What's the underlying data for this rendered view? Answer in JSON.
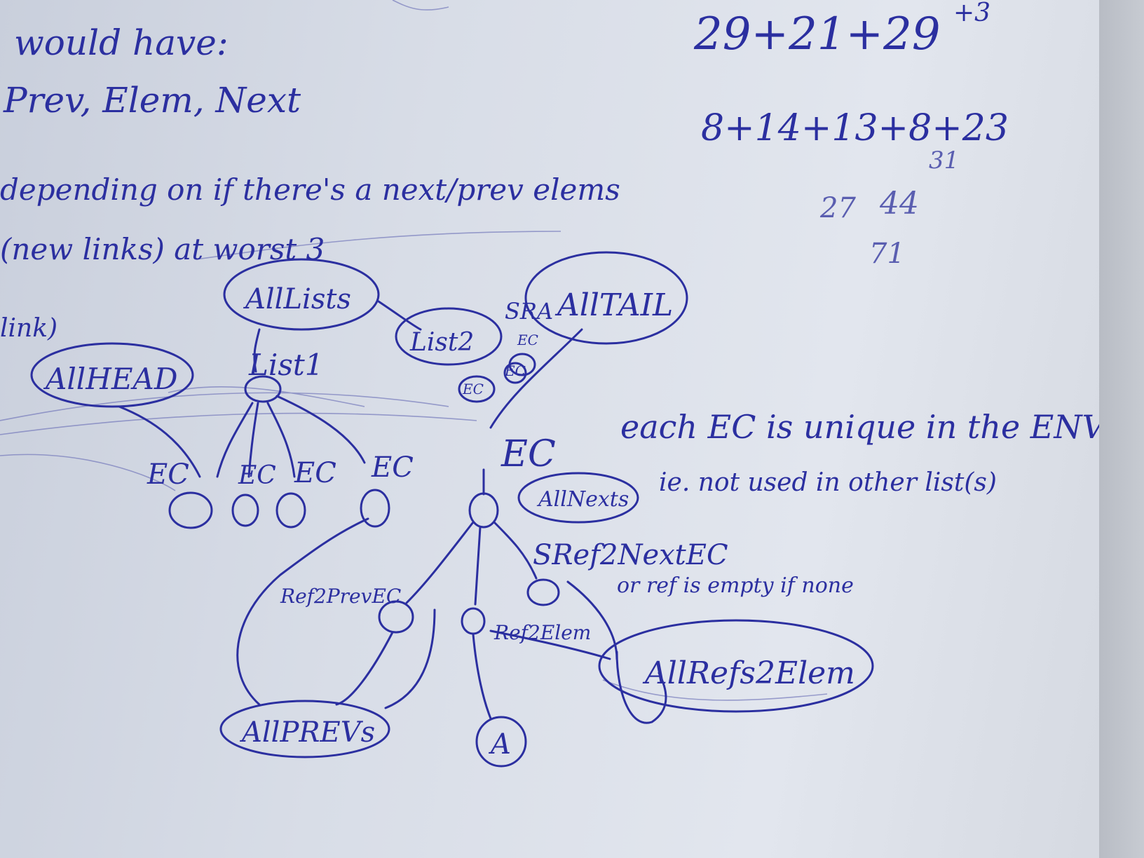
{
  "notes": {
    "line1": "would have:",
    "line2": "Prev, Elem, Next",
    "line3": "depending on if there's a next/prev elems",
    "line4": "(new links) at worst 3",
    "line5": "link)",
    "sum_top": "29+21+29",
    "sum_top_suffix": "+3",
    "sum_second": "8+14+13+8+23",
    "partial_31": "31",
    "partial_27": "27",
    "partial_44": "44",
    "partial_71": "71",
    "unique_line1": "each EC is unique in the ENVIRON",
    "unique_line2": "ie. not used in other list(s)",
    "empty_note": "or ref is empty if none"
  },
  "nodes": {
    "all_lists": "AllLists",
    "all_tail": "AllTAIL",
    "all_tail_prefix": "SRA",
    "all_head": "AllHEAD",
    "list1": "List1",
    "list2": "List2",
    "ec_labels": [
      "EC",
      "EC",
      "EC",
      "EC"
    ],
    "ec_small": [
      "EC",
      "EC",
      "EC"
    ],
    "ec_main": "EC",
    "all_nexts": "AllNexts",
    "ref_next": "SRef2NextEC",
    "ref_prev": "Ref2PrevEC",
    "ref_elem": "Ref2Elem",
    "all_prevs": "AllPREVs",
    "all_refs_elem": "AllRefs2Elem",
    "element": "A"
  }
}
